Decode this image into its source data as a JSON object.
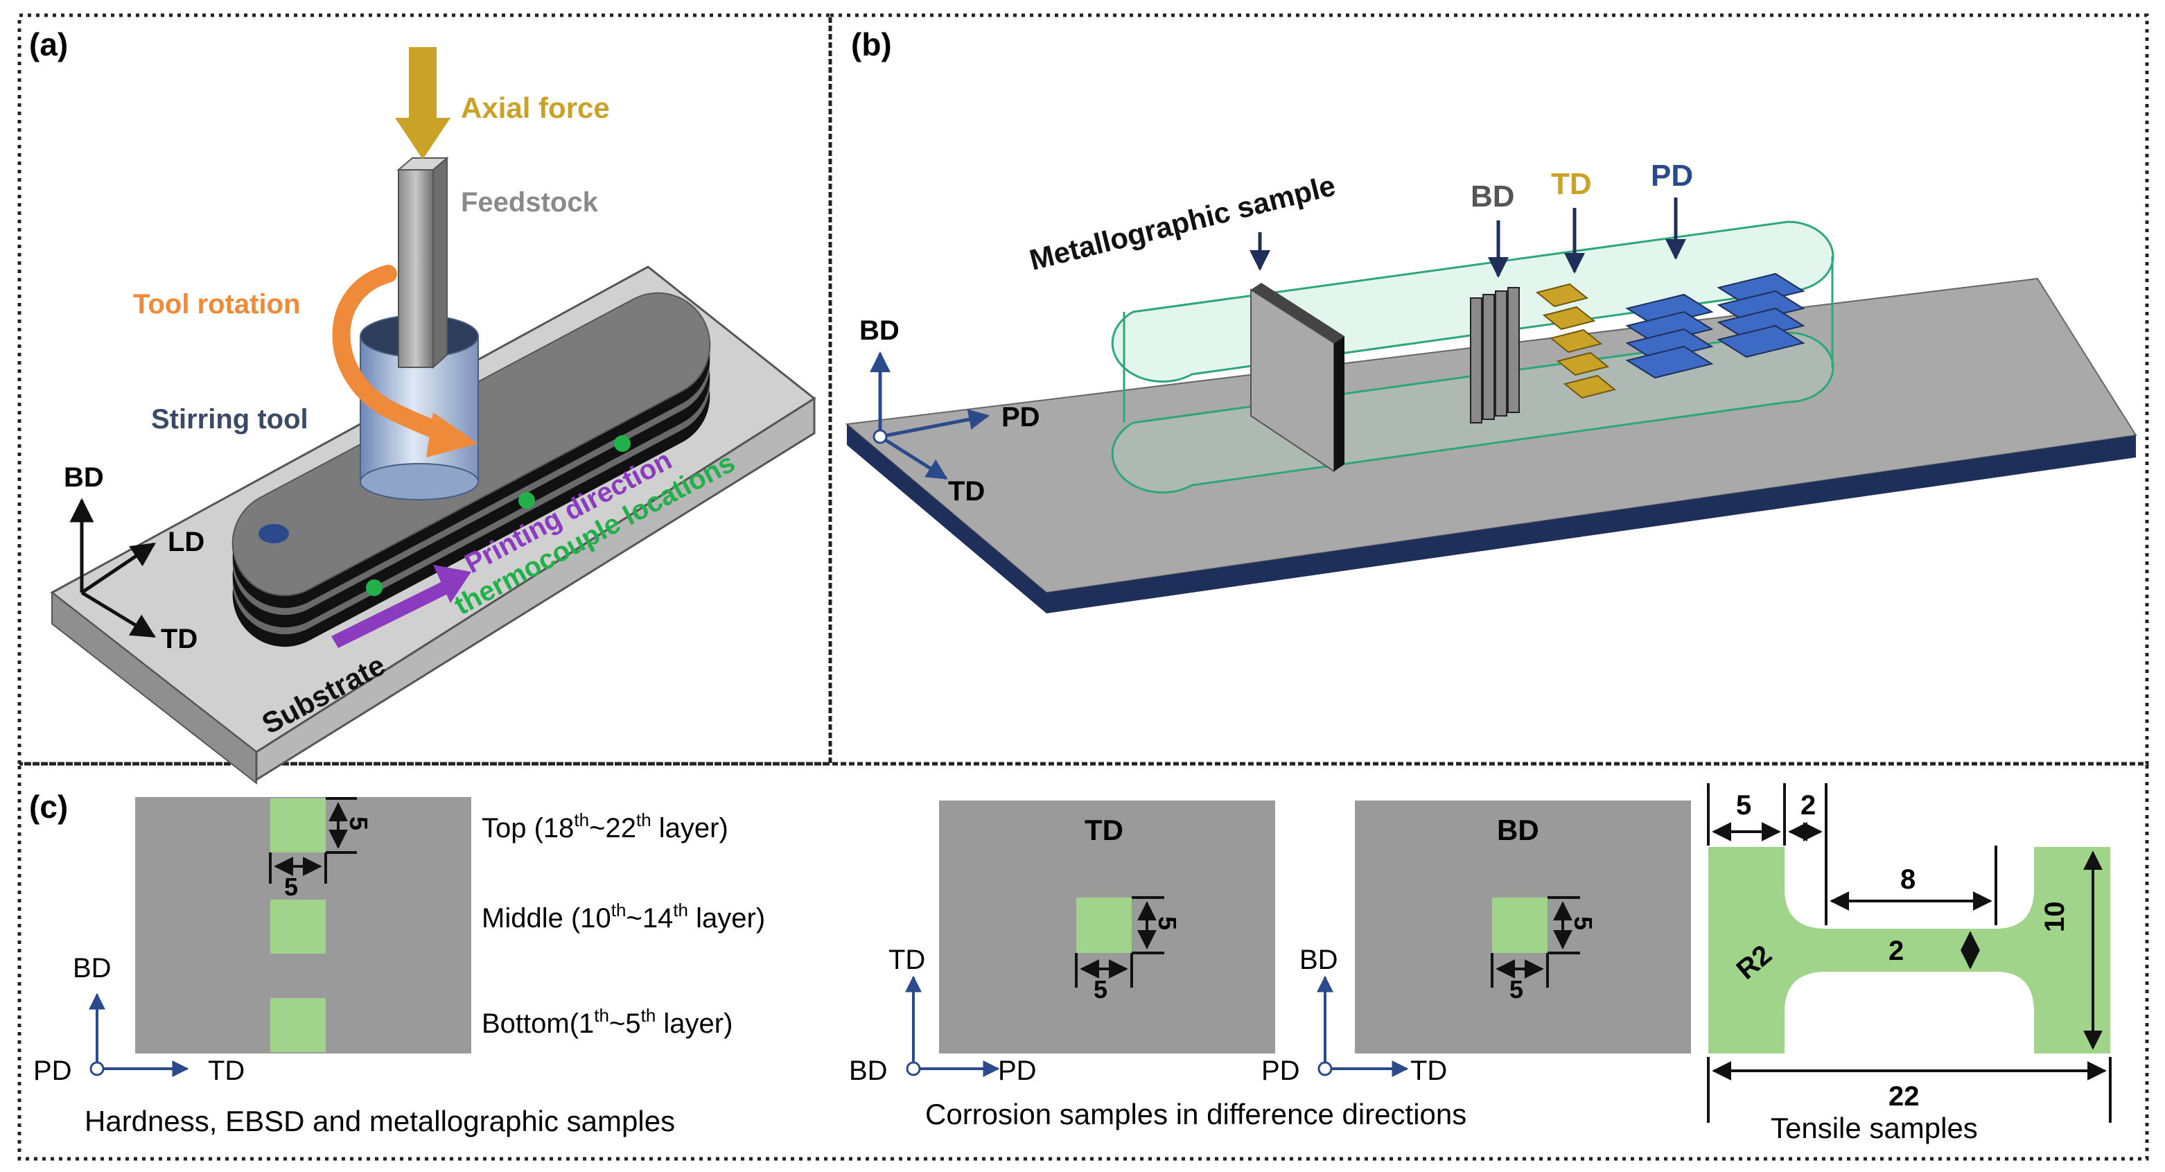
{
  "panel_a": {
    "label": "(a)",
    "axial_force": "Axial force",
    "feedstock": "Feedstock",
    "tool_rotation": "Tool rotation",
    "stirring_tool": "Stirring tool",
    "printing_direction": "Printing direction",
    "thermocouple_locations": "thermocouple locations",
    "substrate": "Substrate",
    "axes": {
      "up": "BD",
      "diag": "LD",
      "right": "TD"
    }
  },
  "panel_b": {
    "label": "(b)",
    "metallographic_sample": "Metallographic sample",
    "bd": "BD",
    "td": "TD",
    "pd": "PD",
    "axes": {
      "up": "BD",
      "right": "PD",
      "diag": "TD"
    }
  },
  "panel_c": {
    "label": "(c)",
    "hardness": {
      "top": "Top (18",
      "top_sup1": "th",
      "top_mid": "~22",
      "top_sup2": "th",
      "top_end": " layer)",
      "middle": "Middle (10",
      "middle_sup1": "th",
      "middle_mid": "~14",
      "middle_sup2": "th",
      "middle_end": " layer)",
      "bottom": "Bottom(1",
      "bottom_sup1": "th",
      "bottom_mid": "~5",
      "bottom_sup2": "th",
      "bottom_end": " layer)",
      "dim_v": "5",
      "dim_h": "5",
      "axes": {
        "up": "BD",
        "origin": "PD",
        "right": "TD"
      },
      "caption": "Hardness, EBSD and metallographic samples"
    },
    "corrosion": {
      "td_title": "TD",
      "bd_title": "BD",
      "dim": "5",
      "td_axes": {
        "up": "TD",
        "origin": "BD",
        "right": "PD"
      },
      "bd_axes": {
        "up": "BD",
        "origin": "PD",
        "right": "TD"
      },
      "caption": "Corrosion samples in difference directions"
    },
    "tensile": {
      "dim_5": "5",
      "dim_2_top": "2",
      "dim_8": "8",
      "dim_2_mid": "2",
      "dim_10": "10",
      "dim_22": "22",
      "radius": "R2",
      "caption": "Tensile samples"
    }
  },
  "colors": {
    "axial_force": "#c9a227",
    "tool_rotation": "#ee8a3a",
    "stirring_tool": "#3a4a66",
    "printing_direction": "#8a3bbf",
    "thermocouple": "#22b04b",
    "td_gold": "#c9a227",
    "pd_blue": "#2b4a8c",
    "substrate_edge": "#1e2f5a",
    "sample_green": "#9fd48a",
    "gray": "#9a9a9a"
  }
}
